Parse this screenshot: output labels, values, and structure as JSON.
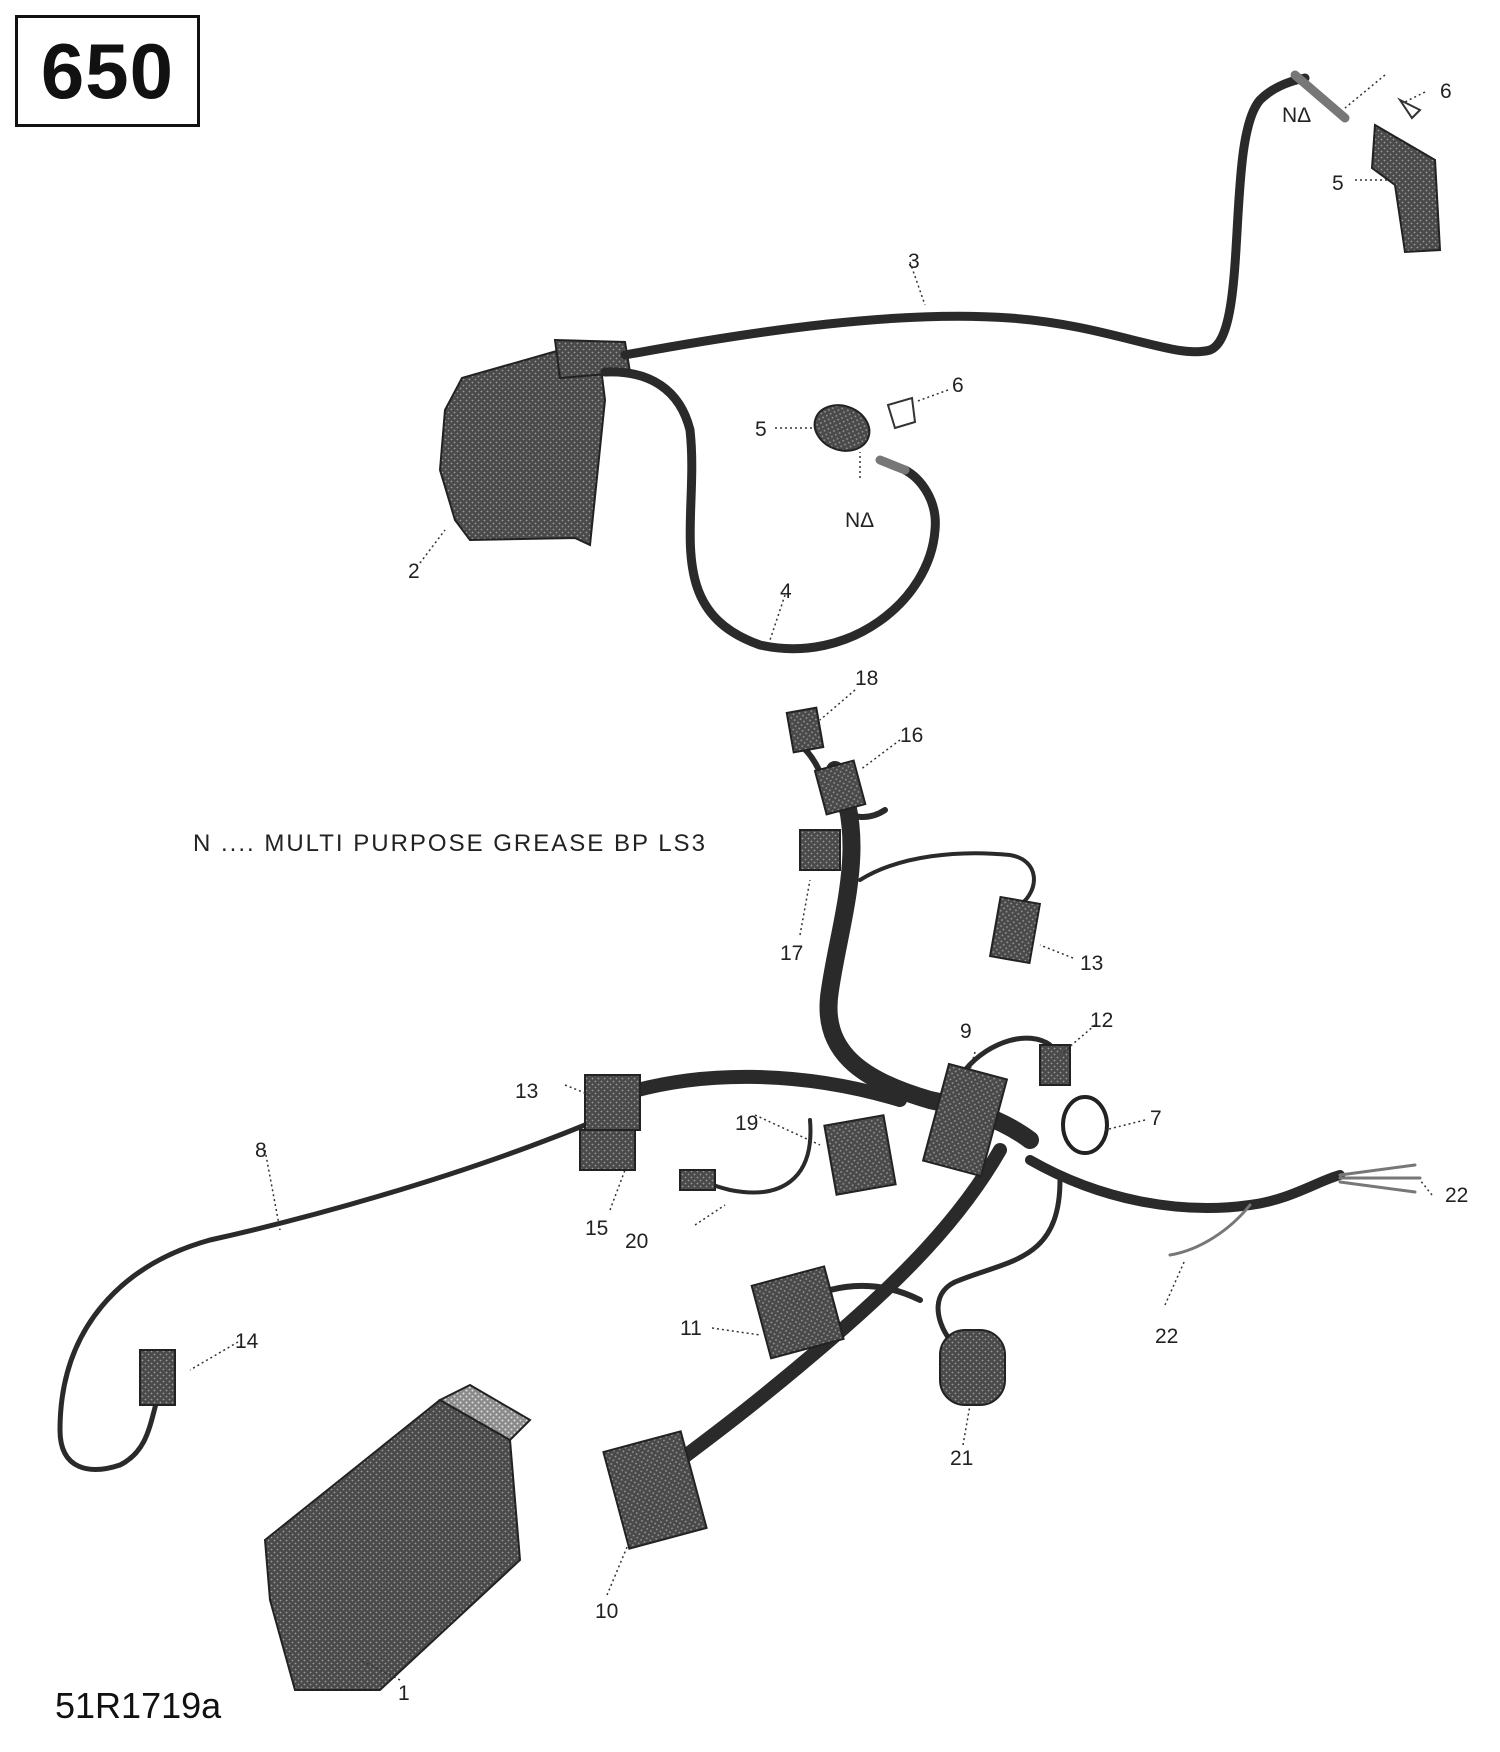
{
  "header": {
    "model": "650"
  },
  "note": "N .... MULTI PURPOSE GREASE BP LS3",
  "drawing_number": "51R1719a",
  "callouts": {
    "c1": "1",
    "c2": "2",
    "c3": "3",
    "c4": "4",
    "c5a": "5",
    "c5b": "5",
    "c6a": "6",
    "c6b": "6",
    "na1": "NΔ",
    "na2": "NΔ",
    "c7": "7",
    "c8": "8",
    "c9": "9",
    "c10": "10",
    "c11": "11",
    "c12": "12",
    "c13a": "13",
    "c13b": "13",
    "c14": "14",
    "c15": "15",
    "c16": "16",
    "c17": "17",
    "c18": "18",
    "c19": "19",
    "c20": "20",
    "c21": "21",
    "c22a": "22",
    "c22b": "22"
  }
}
